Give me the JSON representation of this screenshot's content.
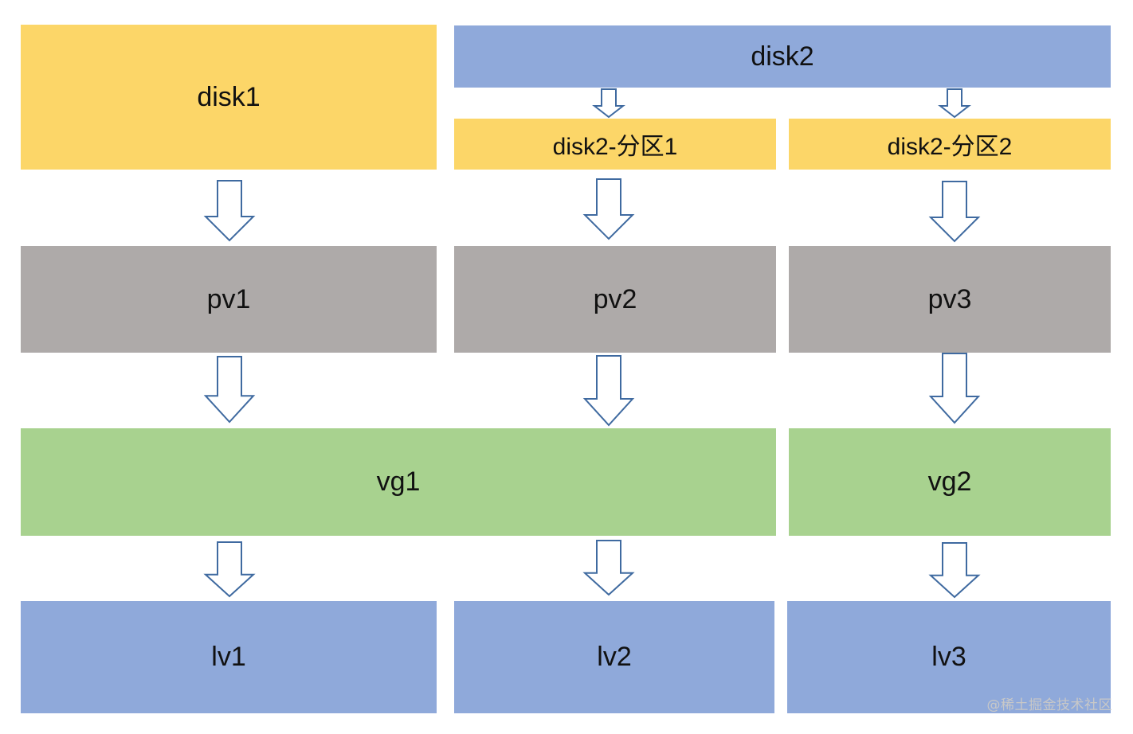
{
  "nodes": {
    "disk1": "disk1",
    "disk2": "disk2",
    "disk2_p1": "disk2-分区1",
    "disk2_p2": "disk2-分区2",
    "pv1": "pv1",
    "pv2": "pv2",
    "pv3": "pv3",
    "vg1": "vg1",
    "vg2": "vg2",
    "lv1": "lv1",
    "lv2": "lv2",
    "lv3": "lv3"
  },
  "colors": {
    "disk": "#fcd668",
    "disk2": "#8fa9da",
    "pv": "#aeaaa9",
    "vg": "#a8d28f",
    "lv": "#8fa9da",
    "arrow_stroke": "#3f6aa0"
  },
  "edges": [
    [
      "disk2",
      "disk2_p1"
    ],
    [
      "disk2",
      "disk2_p2"
    ],
    [
      "disk1",
      "pv1"
    ],
    [
      "disk2_p1",
      "pv2"
    ],
    [
      "disk2_p2",
      "pv3"
    ],
    [
      "pv1",
      "vg1"
    ],
    [
      "pv2",
      "vg1"
    ],
    [
      "pv3",
      "vg2"
    ],
    [
      "vg1",
      "lv1"
    ],
    [
      "vg1",
      "lv2"
    ],
    [
      "vg2",
      "lv3"
    ]
  ],
  "watermark": "@稀土掘金技术社区"
}
